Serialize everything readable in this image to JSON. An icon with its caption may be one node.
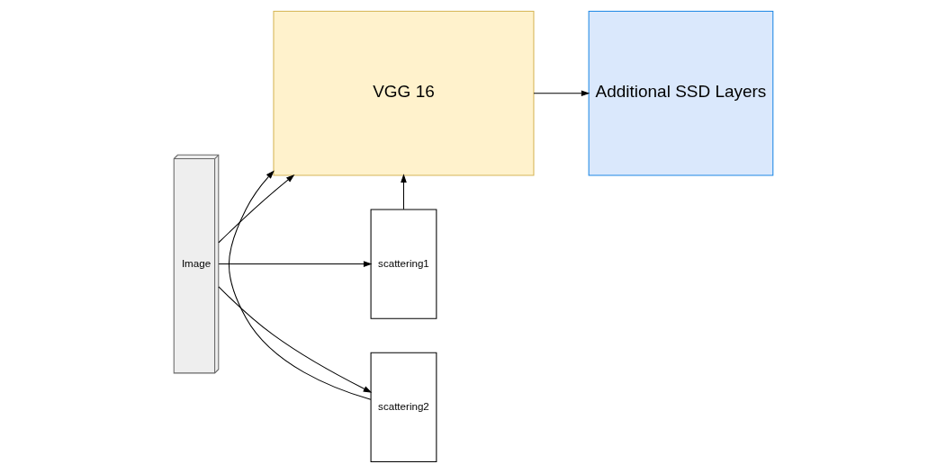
{
  "diagram": {
    "nodes": [
      {
        "text": [
          "Image"
        ]
      },
      {
        "text": [
          "VGG 16"
        ]
      },
      {
        "text": [
          "Additional SSD Layers"
        ]
      },
      {
        "text": [
          "scattering1"
        ]
      },
      {
        "text": [
          "scattering2"
        ]
      }
    ],
    "edges": [
      {
        "from": 0,
        "to": 1,
        "arrow": "to"
      },
      {
        "from": 0,
        "to": 3,
        "arrow": "to"
      },
      {
        "from": 0,
        "to": 4,
        "arrow": "to"
      },
      {
        "from": 3,
        "to": 1,
        "arrow": "to"
      },
      {
        "from": 4,
        "to": 1,
        "arrow": "to"
      },
      {
        "from": 1,
        "to": 2,
        "arrow": "to"
      }
    ]
  }
}
